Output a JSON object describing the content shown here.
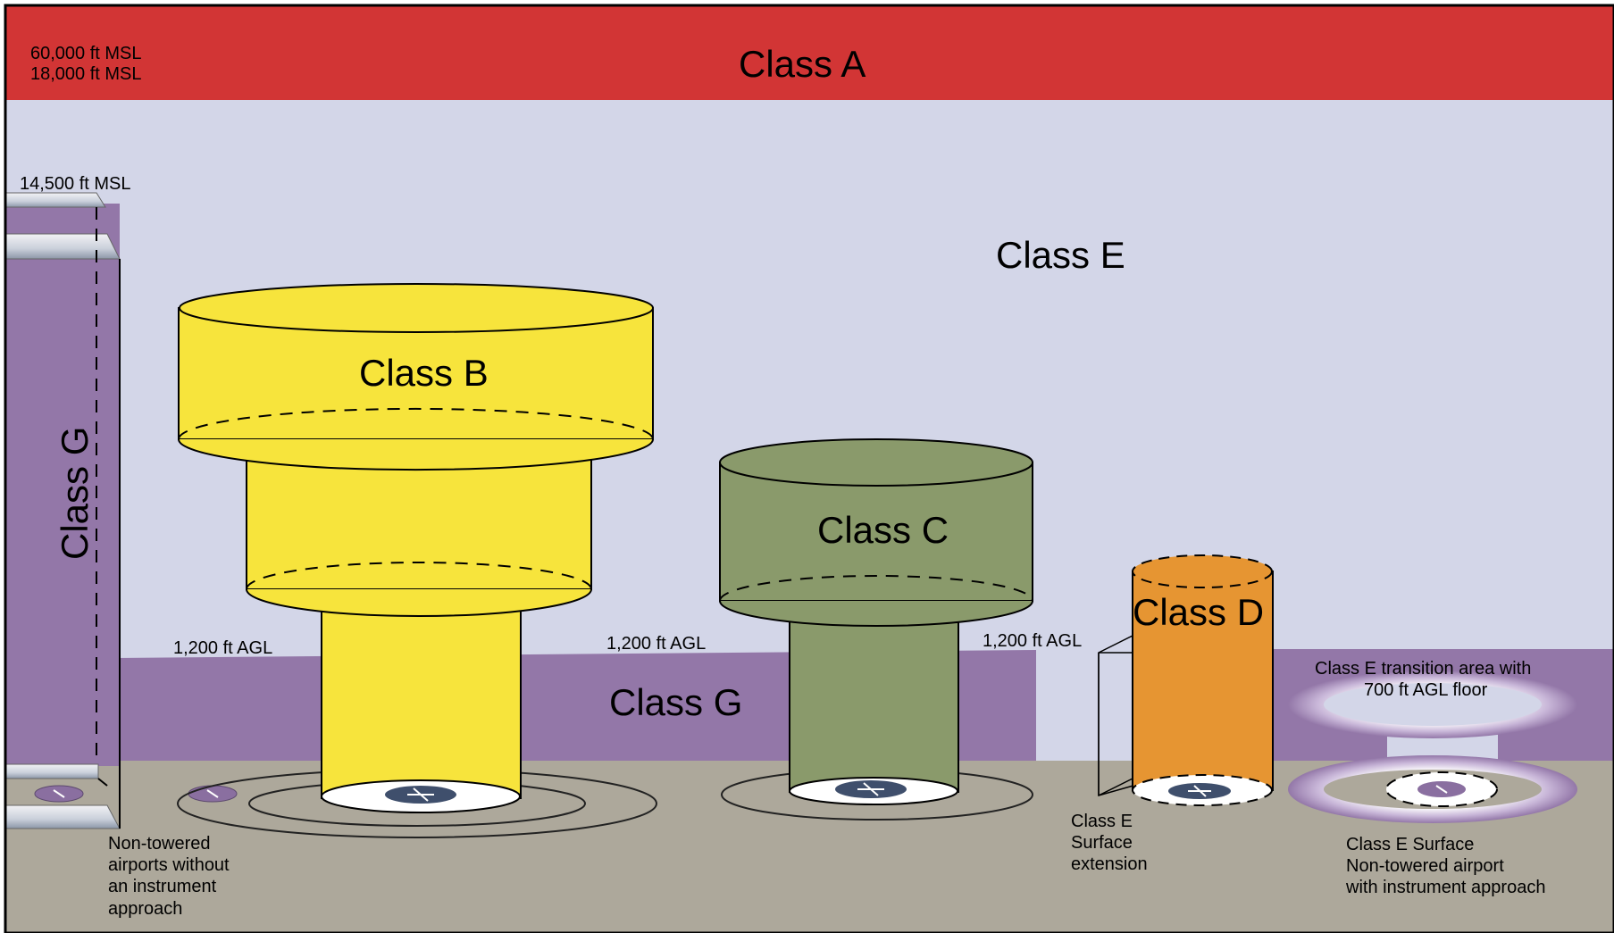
{
  "colors": {
    "class_a": "#D23535",
    "class_e_sky": "#D3D6E8",
    "class_g": "#9377A8",
    "ground": "#ADA89B",
    "class_b": "#F7E43C",
    "class_c": "#8A9A6B",
    "class_d": "#E69532",
    "airport_icon": "#3F4F6C",
    "airport_pad": "#FFFFFF"
  },
  "altitudes": {
    "top": "60,000 ft MSL",
    "class_a_floor": "18,000 ft MSL",
    "class_g_ceiling": "14,500 ft MSL",
    "agl_1200_a": "1,200 ft AGL",
    "agl_1200_b": "1,200 ft AGL",
    "agl_1200_c": "1,200 ft AGL"
  },
  "classes": {
    "a": "Class A",
    "e": "Class E",
    "b": "Class B",
    "c": "Class C",
    "d": "Class D",
    "g_side": "Class G",
    "g_mid": "Class G"
  },
  "captions": {
    "nontowered": [
      "Non-towered",
      "airports without",
      "an instrument",
      "approach"
    ],
    "surface_ext": [
      "Class E",
      "Surface",
      "extension"
    ],
    "transition": [
      "Class E transition area with",
      "700 ft AGL floor"
    ],
    "surface_nontowered": [
      "Class E Surface",
      "Non-towered airport",
      "with instrument approach"
    ]
  }
}
